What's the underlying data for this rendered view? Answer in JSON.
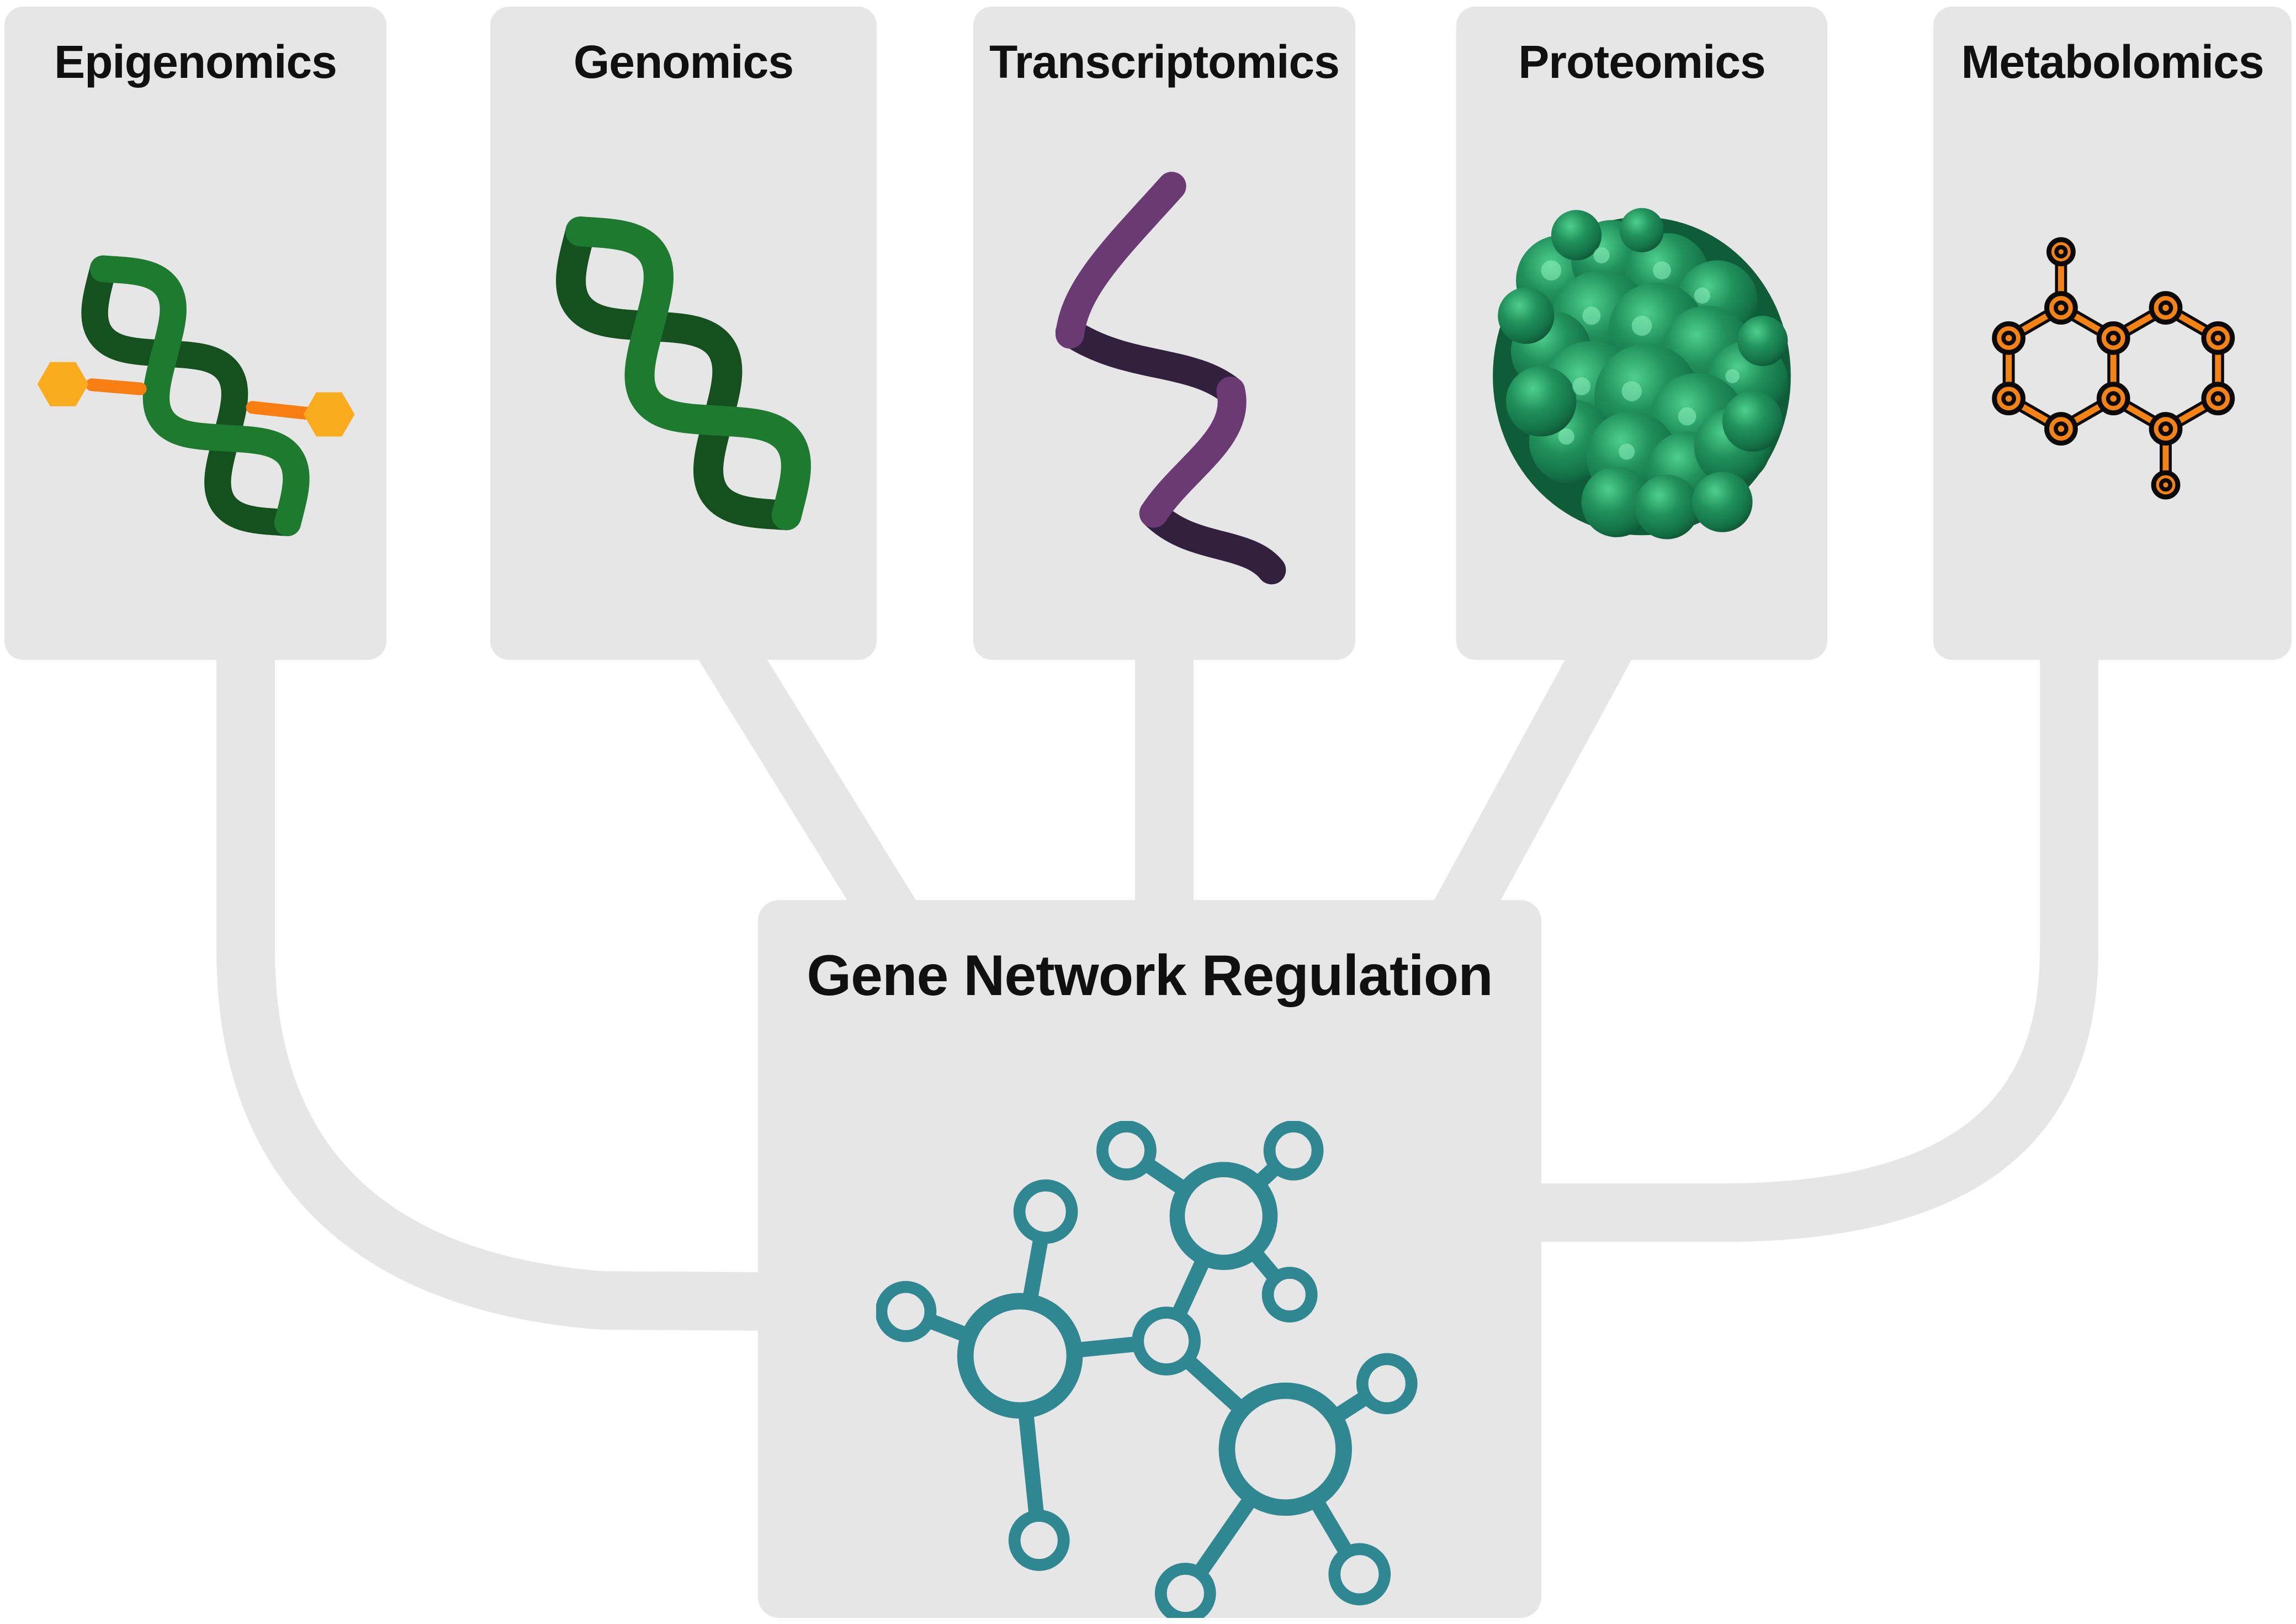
{
  "diagram": {
    "background_color": "#ffffff",
    "panel_color": "#e6e6e6",
    "connector_color": "#e6e6e6",
    "title_color": "#101010",
    "omics_boxes": [
      {
        "label": "Epigenomics",
        "icon": "dna-methylation-icon"
      },
      {
        "label": "Genomics",
        "icon": "dna-helix-icon"
      },
      {
        "label": "Transcriptomics",
        "icon": "rna-ribbon-icon"
      },
      {
        "label": "Proteomics",
        "icon": "protein-structure-icon"
      },
      {
        "label": "Metabolomics",
        "icon": "metabolite-molecule-icon"
      }
    ],
    "central_box": {
      "label": "Gene Network Regulation",
      "icon": "gene-network-icon"
    },
    "icon_colors": {
      "dna_light_green": "#1e7a2e",
      "dna_dark_green": "#14511f",
      "methyl_amber": "#fbac1c",
      "methyl_orange": "#f87e12",
      "rna_light_purple": "#6a3a72",
      "rna_dark_purple": "#32203f",
      "protein_green": "#1f8050",
      "molecule_orange": "#f58313",
      "molecule_outline": "#0a0a0a",
      "network_teal": "#2f8791"
    }
  }
}
